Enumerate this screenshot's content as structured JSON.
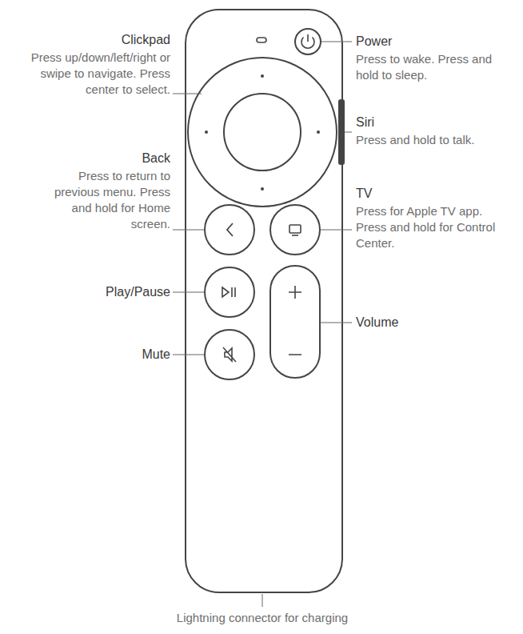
{
  "diagram": {
    "labels": [
      "Clickpad",
      "Press up/down/left/right or swipe to navigate. Press center to select.",
      "Power",
      "Press to wake. Press and hold to sleep.",
      "Siri",
      "Press and hold to talk.",
      "Back",
      "Press to return to previous menu. Press and hold for Home screen.",
      "TV",
      "Press for Apple TV app. Press and hold for Control Center.",
      "Play/Pause",
      "Volume",
      "Mute",
      "Lightning connector for charging"
    ]
  }
}
